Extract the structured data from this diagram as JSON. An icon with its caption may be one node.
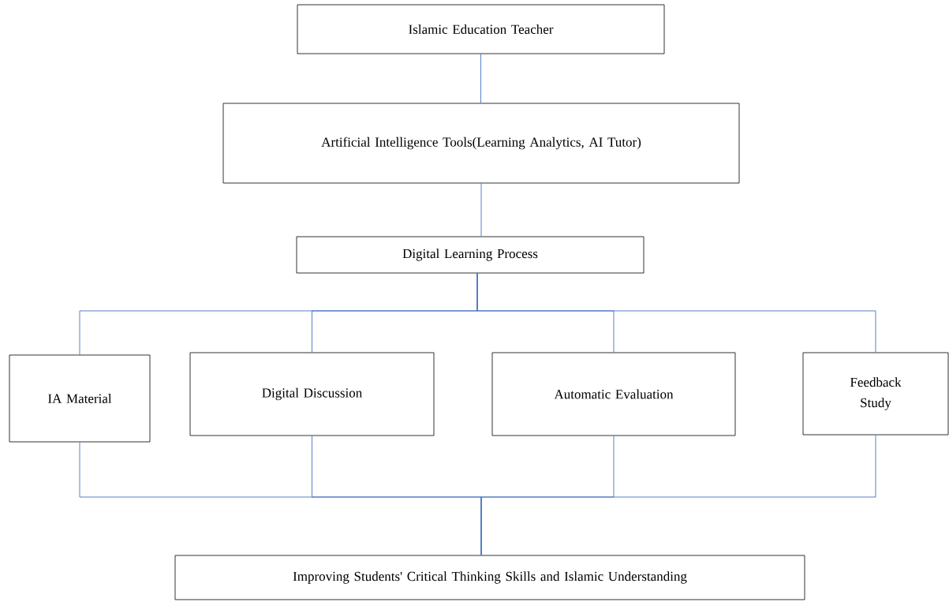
{
  "diagram": {
    "nodes": [
      {
        "text": [
          "Islamic Education Teacher"
        ]
      },
      {
        "text": [
          "Artificial Intelligence Tools(Learning Analytics, AI Tutor)"
        ]
      },
      {
        "text": [
          "Digital Learning Process"
        ]
      },
      {
        "text": [
          "IA Material"
        ]
      },
      {
        "text": [
          "Digital Discussion"
        ]
      },
      {
        "text": [
          "Automatic Evaluation"
        ]
      },
      {
        "text": [
          "Feedback Study"
        ]
      },
      {
        "text": [
          "Improving Students' Critical Thinking Skills and Islamic Understanding"
        ]
      }
    ],
    "edges": [
      {
        "from": 0,
        "to": 1,
        "arrow": "none"
      },
      {
        "from": 1,
        "to": 2,
        "arrow": "none"
      },
      {
        "from": 2,
        "to": 3,
        "arrow": "none"
      },
      {
        "from": 2,
        "to": 4,
        "arrow": "none"
      },
      {
        "from": 2,
        "to": 5,
        "arrow": "none"
      },
      {
        "from": 2,
        "to": 6,
        "arrow": "none"
      },
      {
        "from": 3,
        "to": 7,
        "arrow": "none"
      },
      {
        "from": 4,
        "to": 7,
        "arrow": "none"
      },
      {
        "from": 5,
        "to": 7,
        "arrow": "none"
      },
      {
        "from": 6,
        "to": 7,
        "arrow": "none"
      }
    ]
  }
}
